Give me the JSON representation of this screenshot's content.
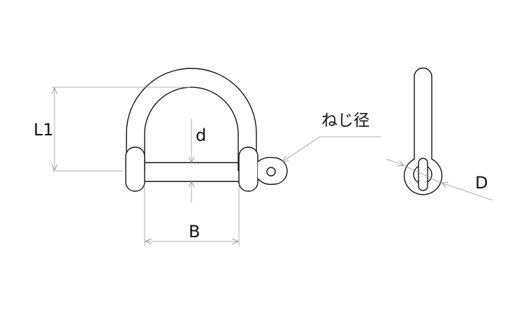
{
  "diagram": {
    "subject": "shackle",
    "labels": {
      "L1": "L1",
      "d": "d",
      "B": "B",
      "thread": "ねじ径",
      "D": "D"
    },
    "colors": {
      "outline": "#111111",
      "dimension": "#999999"
    }
  }
}
